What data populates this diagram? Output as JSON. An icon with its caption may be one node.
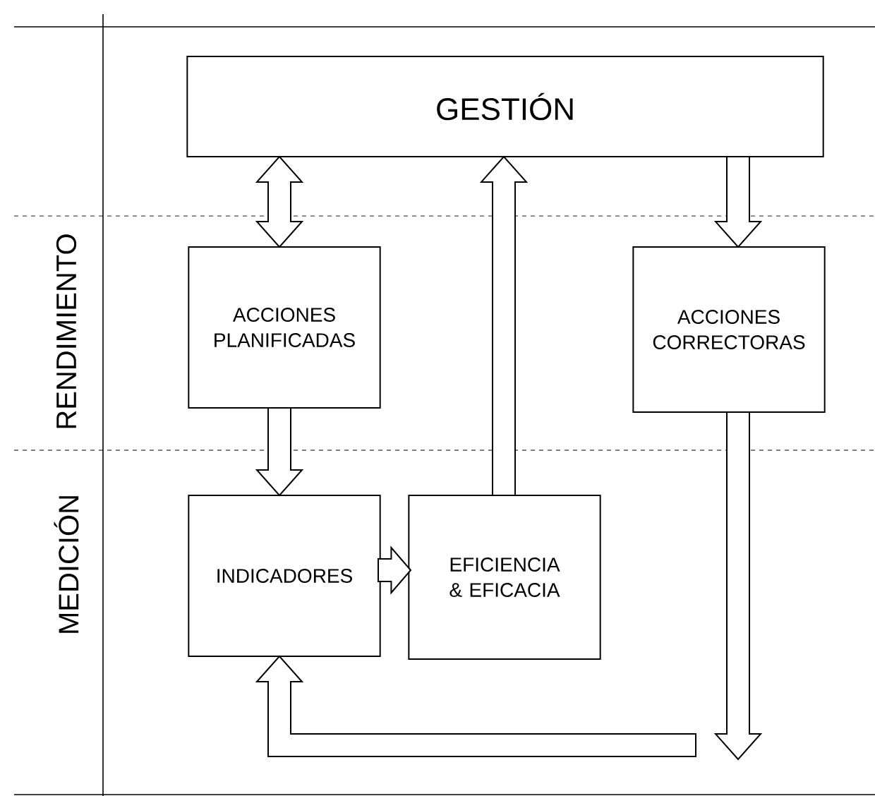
{
  "diagram": {
    "nodes": [
      {
        "text": [
          "GESTIÓN"
        ]
      },
      {
        "text": [
          "ACCIONES PLANIFICADAS"
        ]
      },
      {
        "text": [
          "ACCIONES CORRECTORAS"
        ]
      },
      {
        "text": [
          "INDICADORES"
        ]
      },
      {
        "text": [
          "EFICIENCIA & EFICACIA"
        ]
      }
    ],
    "edges": [
      {
        "from": 0,
        "to": 1,
        "arrow": "both"
      },
      {
        "from": 0,
        "to": 2,
        "arrow": "to"
      },
      {
        "from": 1,
        "to": 3,
        "arrow": "to"
      },
      {
        "from": 3,
        "to": 4,
        "arrow": "to"
      },
      {
        "from": 4,
        "to": 0,
        "arrow": "to"
      },
      {
        "from": null,
        "to": 3,
        "arrow": "to"
      },
      {
        "from": 2,
        "to": null,
        "arrow": "to"
      }
    ],
    "labels": [
      "RENDIMIENTO",
      "MEDICIÓN"
    ]
  }
}
